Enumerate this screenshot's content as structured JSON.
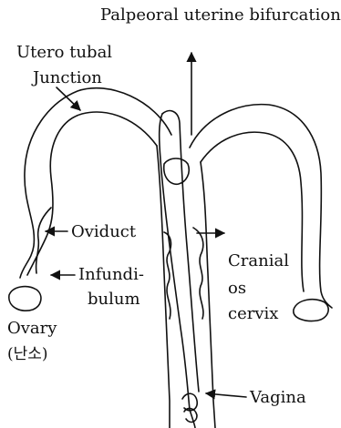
{
  "labels": {
    "bifurcation": "Palpeoral uterine bifurcation",
    "utj_line1": "Utero tubal",
    "utj_line2": "Junction",
    "oviduct": "Oviduct",
    "infund_line1": "Infundi-",
    "infund_line2": "bulum",
    "ovary_line1": "Ovary",
    "ovary_line2": "(난소)",
    "cranial_line1": "Cranial",
    "cranial_line2": "os",
    "cranial_line3": "cervix",
    "vagina": "Vagina"
  }
}
